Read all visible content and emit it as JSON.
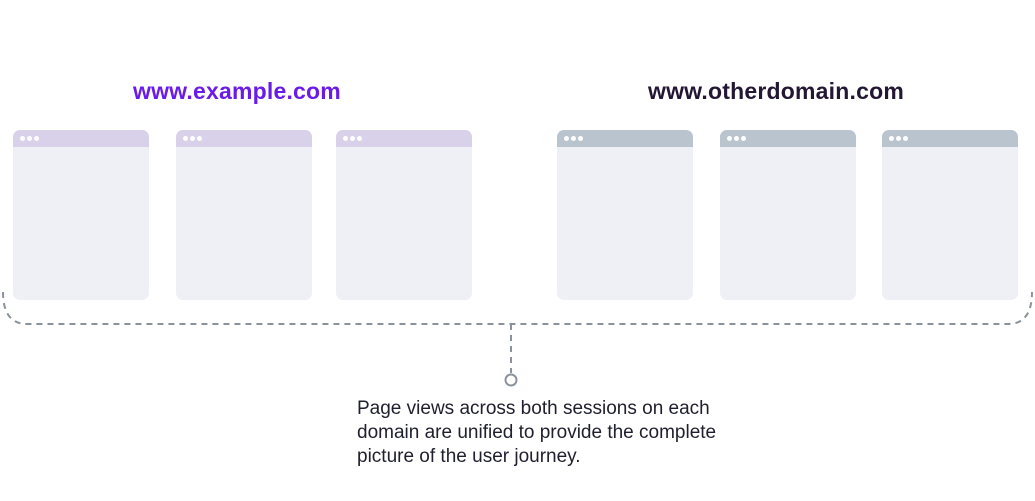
{
  "domains": [
    {
      "label": "www.example.com",
      "label_color": "#6a1be8",
      "bar_color": "#d9d0ea",
      "body_color": "#eef0f5",
      "pages": 3
    },
    {
      "label": "www.otherdomain.com",
      "label_color": "#231733",
      "bar_color": "#bac4cf",
      "body_color": "#eef0f5",
      "pages": 3
    }
  ],
  "connector_color": "#8a929c",
  "caption": "Page views across both sessions on each domain are unified to provide the complete picture of the user journey."
}
